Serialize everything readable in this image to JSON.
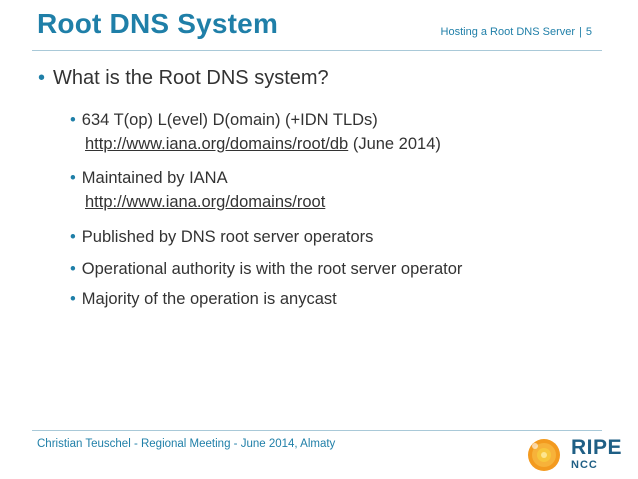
{
  "header": {
    "title": "Root DNS System",
    "deck_title": "Hosting a Root DNS Server",
    "separator": "|",
    "slide_number": "5"
  },
  "content": {
    "question": "What is the Root DNS system?",
    "bullets": [
      {
        "text": "634 T(op) L(evel) D(omain) (+IDN TLDs)",
        "link": "http://www.iana.org/domains/root/db",
        "link_suffix": " (June 2014)"
      },
      {
        "text": "Maintained by IANA",
        "link": "http://www.iana.org/domains/root"
      },
      {
        "text": "Published by DNS root server operators"
      },
      {
        "text": "Operational authority is with the root server operator"
      },
      {
        "text": "Majority of the operation is anycast"
      }
    ]
  },
  "footer": {
    "text": "Christian Teuschel - Regional Meeting - June 2014, Almaty"
  },
  "logo": {
    "line1": "RIPE",
    "line2": "NCC",
    "colors": {
      "orange": "#f39a1f",
      "yellow": "#f7c63d",
      "blue": "#1f5f85"
    }
  },
  "colors": {
    "accent": "#1f7fa8",
    "text": "#333333",
    "rule": "#a9c9d8"
  }
}
